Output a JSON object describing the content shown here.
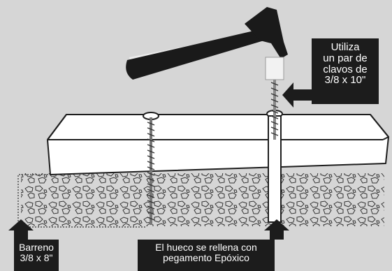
{
  "annotations": {
    "top_right": {
      "lines": [
        "Utiliza",
        "un par de",
        "clavos de",
        "3/8 x 10\""
      ]
    },
    "bottom_left": {
      "lines": [
        "Barreno",
        "3/8 x 8\""
      ]
    },
    "bottom_center": {
      "lines": [
        "El hueco se rellena con",
        "pegamento Epóxico"
      ]
    }
  },
  "colors": {
    "background": "#d6d6d6",
    "label_background": "#1c1c1c",
    "label_text": "#ffffff",
    "outline": "#1e1e1e",
    "surface": "#ffffff"
  }
}
